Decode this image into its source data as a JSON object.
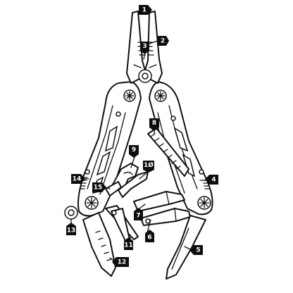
{
  "diagram": {
    "callouts": [
      {
        "id": "c1",
        "label": "1"
      },
      {
        "id": "c2",
        "label": "2"
      },
      {
        "id": "c3",
        "label": "3"
      },
      {
        "id": "c4",
        "label": "4"
      },
      {
        "id": "c5",
        "label": "5"
      },
      {
        "id": "c6",
        "label": "6"
      },
      {
        "id": "c7",
        "label": "7"
      },
      {
        "id": "c8",
        "label": "8"
      },
      {
        "id": "c9",
        "label": "9"
      },
      {
        "id": "c10",
        "label": "1Ø"
      },
      {
        "id": "c11",
        "label": "11"
      },
      {
        "id": "c12",
        "label": "12"
      },
      {
        "id": "c13",
        "label": "13"
      },
      {
        "id": "c14",
        "label": "14"
      },
      {
        "id": "c15",
        "label": "15"
      }
    ]
  },
  "colors": {
    "outline": "#111111",
    "callout_fill": "#0d0d0d",
    "callout_text": "#ffffff",
    "background": "#ffffff"
  }
}
